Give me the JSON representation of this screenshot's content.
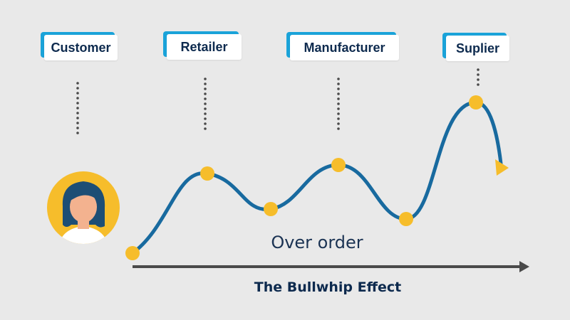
{
  "labels": [
    {
      "id": "customer",
      "text": "Customer"
    },
    {
      "id": "retailer",
      "text": "Retailer"
    },
    {
      "id": "manufacturer",
      "text": "Manufacturer"
    },
    {
      "id": "supplier",
      "text": "Suplier"
    }
  ],
  "caption": "Over order",
  "title": "The Bullwhip Effect",
  "colors": {
    "background": "#e9e9e9",
    "accent": "#1aa3d9",
    "curve": "#186a9f",
    "point": "#f6bd2b",
    "dots": "#4a4a4a",
    "text": "#0d2a4e",
    "avatar_bg": "#f6bd2b",
    "skin": "#f3b28f",
    "hair": "#1d4e75"
  },
  "icons": {
    "avatar": "customer-avatar-icon",
    "axis_arrow": "arrow-right-icon",
    "curve_end": "triangle-arrowhead-icon"
  }
}
